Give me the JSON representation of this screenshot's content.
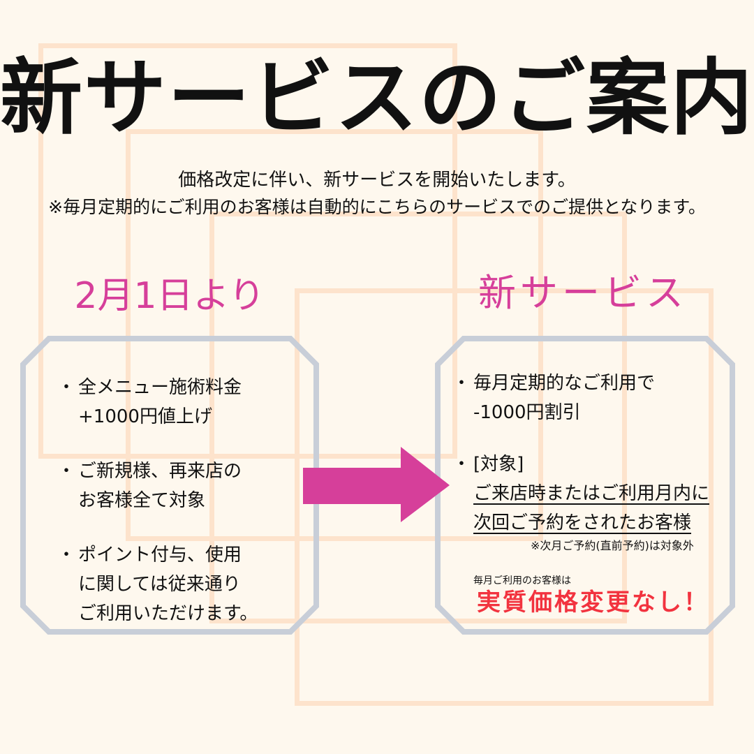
{
  "title": "新サービスのご案内",
  "subtitle_lines": [
    "価格改定に伴い、新サービスを開始いたします。",
    "※毎月定期的にご利用のお客様は自動的にこちらのサービスでのご提供となります。"
  ],
  "left": {
    "heading": "2月1日より",
    "bullets": [
      {
        "lines": [
          "全メニュー施術料金",
          "+1000円値上げ"
        ]
      },
      {
        "lines": [
          "ご新規様、再来店の",
          "お客様全て対象"
        ]
      },
      {
        "lines": [
          "ポイント付与、使用",
          "に関しては従来通り",
          "ご利用いただけます。"
        ]
      }
    ]
  },
  "right": {
    "heading": "新サービス",
    "bullets": [
      {
        "lines": [
          "毎月定期的なご利用で",
          "-1000円割引"
        ]
      },
      {
        "lines": [
          "[対象]",
          "ご来店時またはご利用月内に",
          "次回ご予約をされたお客様"
        ]
      }
    ],
    "target_note": "※次月ご予約(直前予約)は対象外",
    "monthly_note": "毎月ご利用のお客様は",
    "highlight": "実質価格変更なし！"
  },
  "bullet_symbol": "・",
  "colors": {
    "background": "#fef8ee",
    "decor_frame": "#fde3cc",
    "panel_border": "#c8ced8",
    "heading_pink": "#d63f9a",
    "arrow": "#d63f9a",
    "highlight_red": "#f2333f"
  },
  "icons": [
    "right-arrow-icon"
  ]
}
